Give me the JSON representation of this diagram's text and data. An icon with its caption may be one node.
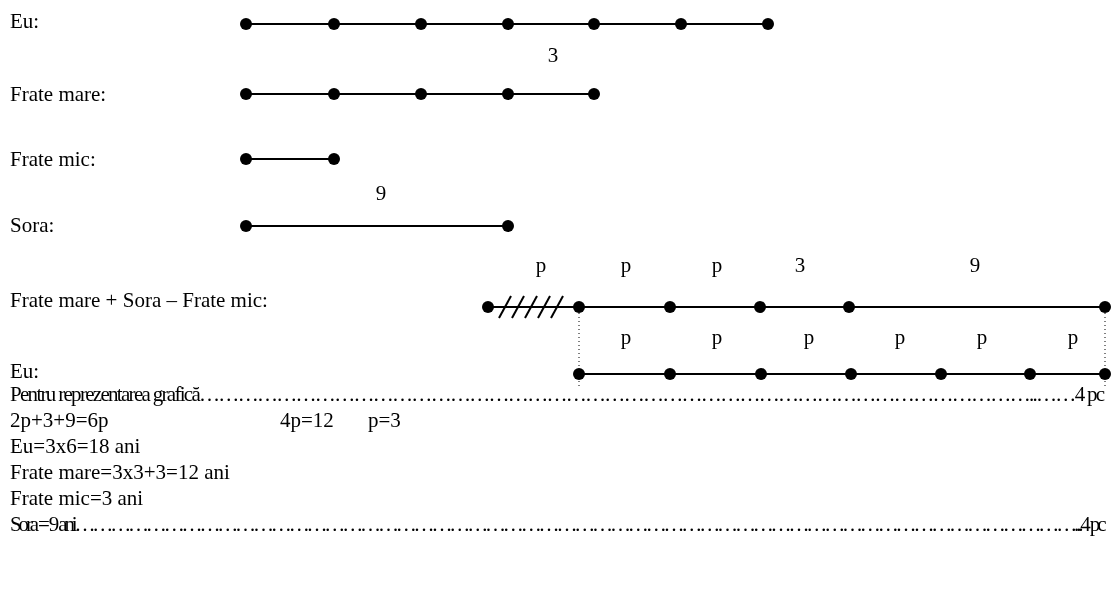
{
  "diagram": {
    "labels": [
      "Eu:",
      "3",
      "Frate mare:",
      "Frate mic:",
      "9",
      "Sora:",
      "p",
      "p",
      "p",
      "3",
      "9",
      "Frate mare + Sora – Frate mic:",
      "p",
      "p",
      "p",
      "p",
      "p",
      "p",
      "Eu:",
      "Pentru reprezentarea grafică…………………………………………………………………………………………………………………..……4 pc",
      "2p+3+9=6p",
      "4p=12",
      "p=3",
      "Eu=3x6=18 ani",
      "Frate mare=3x3+3=12 ani",
      "Frate mic=3 ani",
      "Sora = 9 ani……………………………………………………………………………………………………………………………………………………...4 pc"
    ]
  }
}
